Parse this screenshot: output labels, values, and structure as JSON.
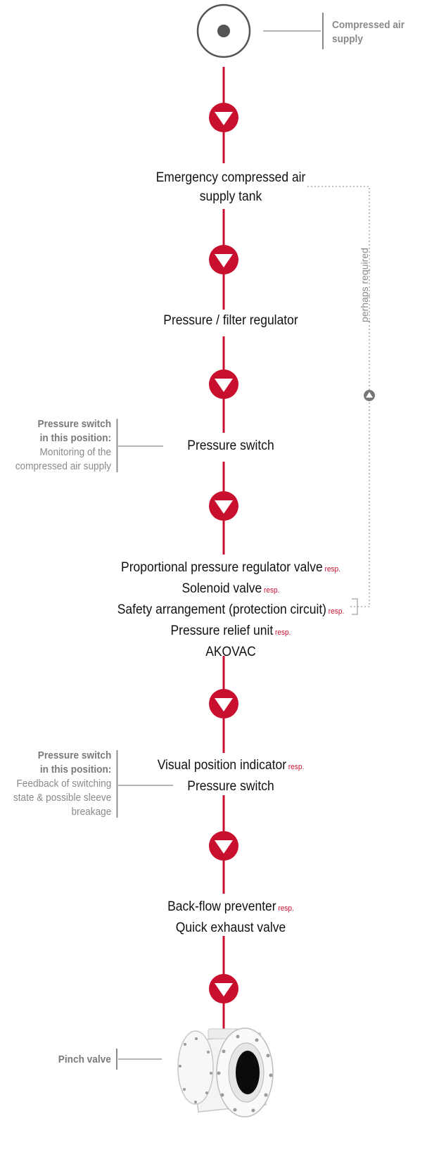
{
  "supply_label": "Compressed air supply",
  "steps": [
    {
      "lines": [
        {
          "text": "Emergency compressed air"
        },
        {
          "text": "supply tank"
        }
      ]
    },
    {
      "lines": [
        {
          "text": "Pressure / filter regulator"
        }
      ]
    },
    {
      "lines": [
        {
          "text": "Pressure switch"
        }
      ]
    },
    {
      "lines": [
        {
          "text": "Proportional pressure regulator valve",
          "resp": "resp."
        },
        {
          "text": "Solenoid valve",
          "resp": "resp."
        },
        {
          "text": "Safety arrangement (protection circuit)",
          "resp": "resp."
        },
        {
          "text": "Pressure relief unit",
          "resp": "resp."
        },
        {
          "text": "AKOVAC"
        }
      ]
    },
    {
      "lines": [
        {
          "text": "Visual position indicator",
          "resp": "resp."
        },
        {
          "text": "Pressure switch"
        }
      ]
    },
    {
      "lines": [
        {
          "text": "Back-flow preventer",
          "resp": "resp."
        },
        {
          "text": "Quick exhaust valve"
        }
      ]
    }
  ],
  "notes": [
    {
      "heading": [
        "Pressure switch",
        "in this position:"
      ],
      "body": [
        "Monitoring of the",
        "compressed air supply"
      ]
    },
    {
      "heading": [
        "Pressure switch",
        "in this position:"
      ],
      "body": [
        "Feedback of switching",
        "state & possible sleeve",
        "breakage"
      ]
    }
  ],
  "bypass_label": "perhaps  required",
  "pinch_valve_label": "Pinch valve",
  "colors": {
    "accent": "#c8102e",
    "grey": "#8a8a8a",
    "dark": "#555555",
    "text": "#111111"
  }
}
